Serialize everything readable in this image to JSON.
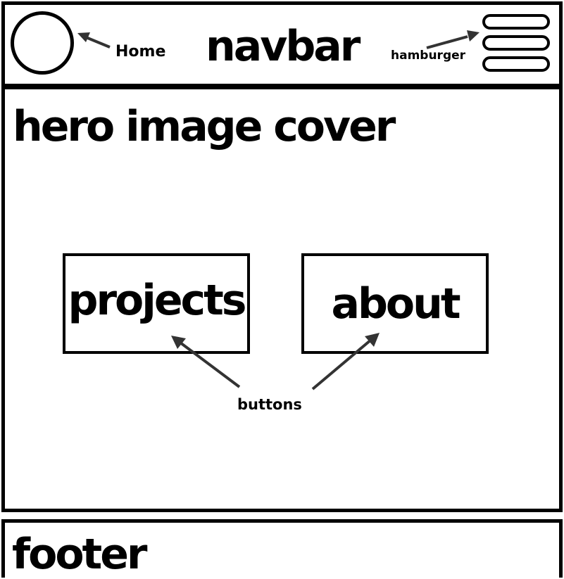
{
  "navbar": {
    "title": "navbar",
    "home_label": "Home",
    "hamburger_label": "hamburger"
  },
  "hero": {
    "title": "hero image cover",
    "buttons": [
      {
        "label": "projects"
      },
      {
        "label": "about"
      }
    ],
    "buttons_annotation": "buttons"
  },
  "footer": {
    "title": "footer"
  },
  "colors": {
    "stroke": "#000000",
    "arrow": "#333333",
    "background": "#ffffff"
  }
}
